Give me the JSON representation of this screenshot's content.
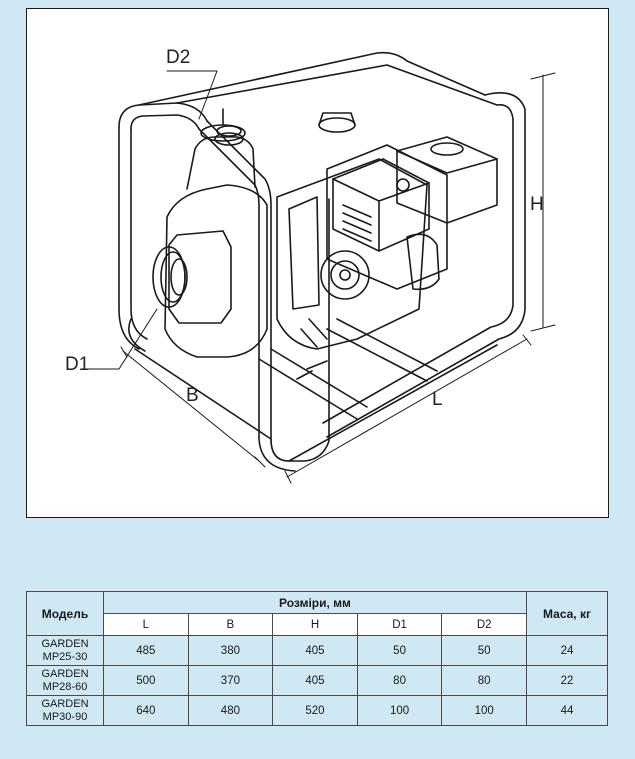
{
  "drawing": {
    "labels": {
      "d2": "D2",
      "d1": "D1",
      "b": "B",
      "l": "L",
      "h": "H"
    }
  },
  "table": {
    "col_model": "Модель",
    "col_dimensions": "Розміри, мм",
    "col_mass": "Маса, кг",
    "sub_headers": [
      "L",
      "B",
      "H",
      "D1",
      "D2"
    ],
    "rows": [
      {
        "model_line1": "GARDEN",
        "model_line2": "MP25-30",
        "L": "485",
        "B": "380",
        "H": "405",
        "D1": "50",
        "D2": "50",
        "mass": "24"
      },
      {
        "model_line1": "GARDEN",
        "model_line2": "MP28-60",
        "L": "500",
        "B": "370",
        "H": "405",
        "D1": "80",
        "D2": "80",
        "mass": "22"
      },
      {
        "model_line1": "GARDEN",
        "model_line2": "MP30-90",
        "L": "640",
        "B": "480",
        "H": "520",
        "D1": "100",
        "D2": "100",
        "mass": "44"
      }
    ]
  }
}
